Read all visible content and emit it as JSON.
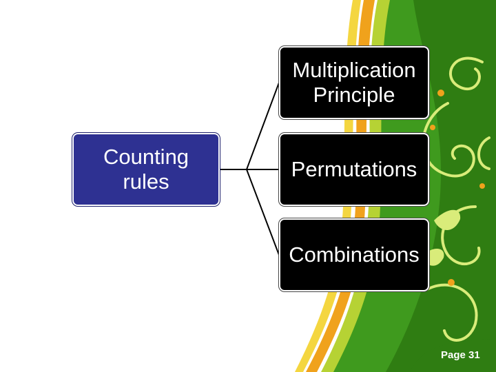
{
  "diagram": {
    "root": {
      "label": "Counting\nrules"
    },
    "children": [
      {
        "label": "Multiplication\nPrinciple"
      },
      {
        "label": "Permutations"
      },
      {
        "label": "Combinations"
      }
    ]
  },
  "footer": {
    "page_label": "Page 31"
  },
  "colors": {
    "root_fill": "#2e3192",
    "child_fill": "#000000",
    "theme_green": "#3f9a1e",
    "theme_lime": "#b6d234",
    "theme_orange": "#f0a21c"
  }
}
